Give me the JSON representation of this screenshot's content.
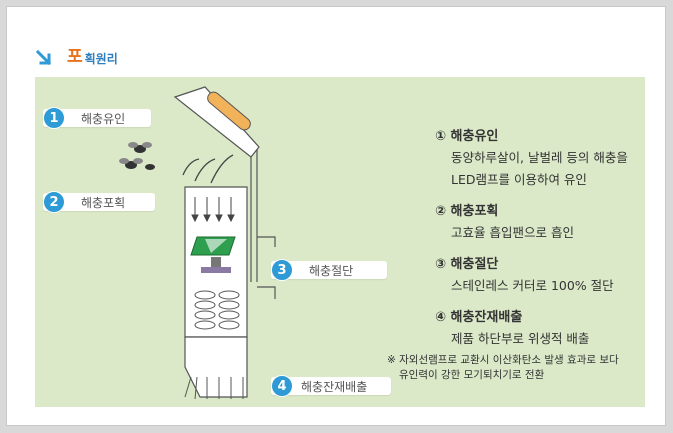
{
  "title": {
    "first_char": "포",
    "rest": "획원리"
  },
  "labels": [
    {
      "num": "1",
      "text": "해충유인"
    },
    {
      "num": "2",
      "text": "해충포획"
    },
    {
      "num": "3",
      "text": "해충절단"
    },
    {
      "num": "4",
      "text": "해충잔재배출"
    }
  ],
  "descriptions": [
    {
      "heading": "① 해충유인",
      "lines": [
        "동양하루살이, 날벌레 등의 해충을",
        "LED램프를 이용하여 유인"
      ]
    },
    {
      "heading": "② 해충포획",
      "lines": [
        "고효율 흡입팬으로 흡인"
      ]
    },
    {
      "heading": "③ 해충절단",
      "lines": [
        "스테인레스 커터로 100% 절단"
      ]
    },
    {
      "heading": "④ 해충잔재배출",
      "lines": [
        "제품 하단부로 위생적 배출"
      ]
    }
  ],
  "note": {
    "line1": "※ 자외선램프로 교환시 이산화탄소 발생 효과로 보다",
    "line2": "유인력이 강한 모기퇴치기로 전환"
  },
  "colors": {
    "accent_orange": "#e8731f",
    "accent_blue": "#2e9bd6",
    "panel_green": "#dbe9c8"
  }
}
